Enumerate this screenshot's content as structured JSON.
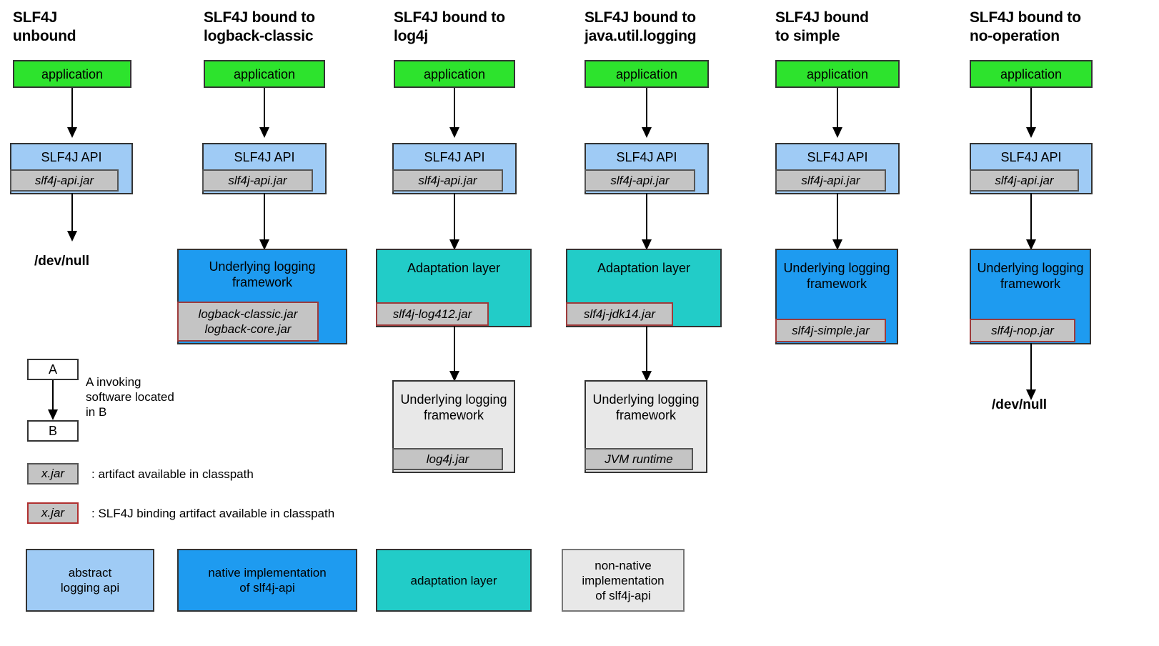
{
  "diagram": {
    "title_green_label": "application",
    "slf4j_api_label": "SLF4J API",
    "slf4j_api_jar": "slf4j-api.jar",
    "devnull_label": "/dev/null",
    "underlying_label": "Underlying logging framework",
    "underlying_label_narrow": "Underlying\nlogging\nframework",
    "adaptation_label": "Adaptation layer"
  },
  "colors": {
    "green": "#2DE32D",
    "light_blue": "#9FCBF5",
    "blue": "#1E9BF0",
    "teal": "#22CCC8",
    "grey": "#E8E8E8",
    "jar_grey": "#C4C4C4",
    "binding_border": "#9E3B3B",
    "box_border": "#333333"
  },
  "columns": [
    {
      "id": "unbound",
      "title": "SLF4J\nunbound",
      "app": "application",
      "api": "SLF4J API",
      "api_jar": "slf4j-api.jar",
      "terminal": "/dev/null"
    },
    {
      "id": "logback-classic",
      "title": "SLF4J bound to\nlogback-classic",
      "app": "application",
      "api": "SLF4J API",
      "api_jar": "slf4j-api.jar",
      "impl": "Underlying logging\nframework",
      "impl_jar": "logback-classic.jar\nlogback-core.jar"
    },
    {
      "id": "log4j",
      "title": "SLF4J bound to\nlog4j",
      "app": "application",
      "api": "SLF4J API",
      "api_jar": "slf4j-api.jar",
      "adapter": "Adaptation layer",
      "adapter_jar": "slf4j-log412.jar",
      "impl": "Underlying\nlogging\nframework",
      "impl_jar": "log4j.jar"
    },
    {
      "id": "java-util-logging",
      "title": "SLF4J bound to\njava.util.logging",
      "app": "application",
      "api": "SLF4J API",
      "api_jar": "slf4j-api.jar",
      "adapter": "Adaptation layer",
      "adapter_jar": "slf4j-jdk14.jar",
      "impl": "Underlying\nlogging\nframework",
      "impl_jar": "JVM runtime"
    },
    {
      "id": "simple",
      "title": "SLF4J bound\nto simple",
      "app": "application",
      "api": "SLF4J API",
      "api_jar": "slf4j-api.jar",
      "impl": "Underlying\nlogging\nframework",
      "impl_jar": "slf4j-simple.jar"
    },
    {
      "id": "no-operation",
      "title": "SLF4J bound to\nno-operation",
      "app": "application",
      "api": "SLF4J API",
      "api_jar": "slf4j-api.jar",
      "impl": "Underlying\nlogging\nframework",
      "impl_jar": "slf4j-nop.jar",
      "terminal": "/dev/null"
    }
  ],
  "legend": {
    "invocation": {
      "box_a": "A",
      "box_b": "B",
      "note": "A invoking\nsoftware located\nin B"
    },
    "artifact": {
      "chip": "x.jar",
      "text": ": artifact available in classpath"
    },
    "binding_artifact": {
      "chip": "x.jar",
      "text": ": SLF4J binding artifact available in classpath"
    },
    "swatches": [
      {
        "label": "abstract\nlogging api",
        "color": "#9FCBF5"
      },
      {
        "label": "native implementation\nof slf4j-api",
        "color": "#1E9BF0"
      },
      {
        "label": "adaptation layer",
        "color": "#22CCC8"
      },
      {
        "label": "non-native\nimplementation\nof slf4j-api",
        "color": "#E8E8E8"
      }
    ]
  }
}
